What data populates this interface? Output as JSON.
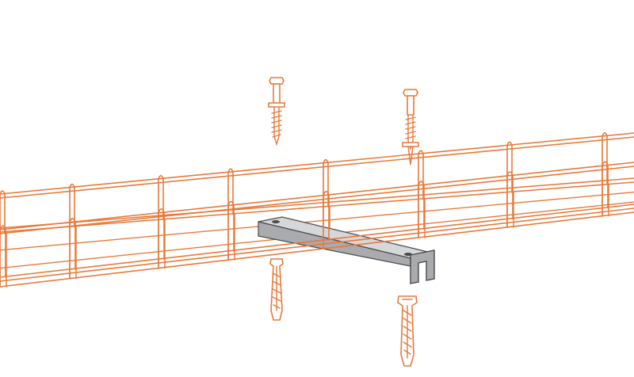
{
  "diagram": {
    "colors": {
      "background": "#ffffff",
      "tray_wire": "#e8793a",
      "fastener": "#e8793a",
      "fastener_fill": "#ffffff",
      "bracket_fill": "#a9abae",
      "bracket_edge": "#4a4a4c",
      "bracket_highlight": "#d6d7d9"
    },
    "parts": {
      "tray": "wire-mesh-cable-tray",
      "bracket": "u-channel-mounting-bracket",
      "screws": 2,
      "wall_plugs": 2
    }
  }
}
